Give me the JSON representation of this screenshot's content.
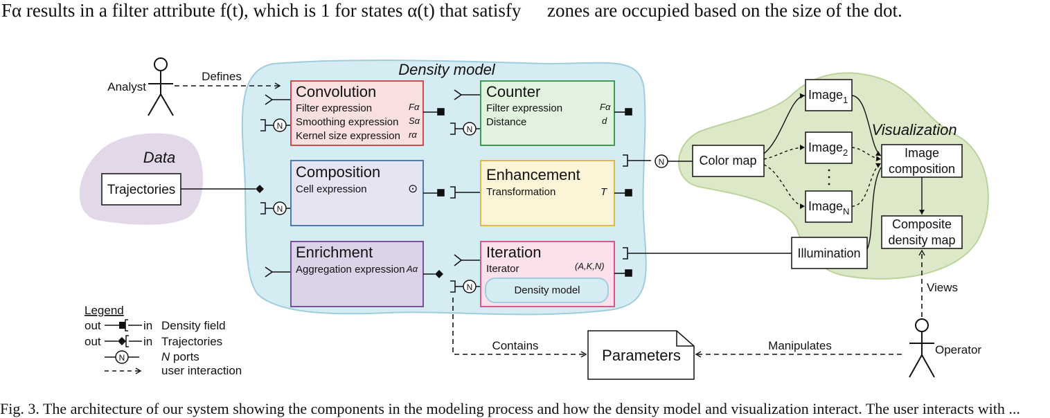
{
  "text_above": {
    "left": "Fα results in a filter attribute f(t), which is 1 for states α(t) that satisfy",
    "right": "zones are occupied based on the size of the dot."
  },
  "caption_partial": "Fig. 3.  The architecture of our system showing the components in the modeling process and how the density model and visualization interact. The user interacts with ...",
  "actors": {
    "analyst": "Analyst",
    "operator": "Operator"
  },
  "regions": {
    "data": "Data",
    "density_model": "Density model",
    "visualization": "Visualization"
  },
  "data_box": "Trajectories",
  "blocks": {
    "convolution": {
      "title": "Convolution",
      "rows": [
        {
          "label": "Filter expression",
          "sym": "Fα"
        },
        {
          "label": "Smoothing expression",
          "sym": "Sα"
        },
        {
          "label": "Kernel size expression",
          "sym": "rα"
        }
      ]
    },
    "counter": {
      "title": "Counter",
      "rows": [
        {
          "label": "Filter expression",
          "sym": "Fα"
        },
        {
          "label": "Distance",
          "sym": "d"
        }
      ]
    },
    "composition": {
      "title": "Composition",
      "rows": [
        {
          "label": "Cell expression",
          "sym": "⊙"
        }
      ]
    },
    "enhancement": {
      "title": "Enhancement",
      "rows": [
        {
          "label": "Transformation",
          "sym": "T"
        }
      ]
    },
    "enrichment": {
      "title": "Enrichment",
      "rows": [
        {
          "label": "Aggregation expression",
          "sym": "Aα"
        }
      ]
    },
    "iteration": {
      "title": "Iteration",
      "rows": [
        {
          "label": "Iterator",
          "sym": "(A,K,N)"
        }
      ],
      "inner": "Density model"
    }
  },
  "visualization_boxes": {
    "color_map": "Color map",
    "image1": "Image",
    "image1_sub": "1",
    "image2": "Image",
    "image2_sub": "2",
    "imageN": "Image",
    "imageN_sub": "N",
    "dots": "·\n·\n·",
    "image_composition_1": "Image",
    "image_composition_2": "composition",
    "composite_1": "Composite",
    "composite_2": "density map",
    "illumination": "Illumination"
  },
  "parameters": "Parameters",
  "edge_labels": {
    "defines": "Defines",
    "contains": "Contains",
    "manipulates": "Manipulates",
    "views": "Views"
  },
  "port_symbol": "N",
  "legend": {
    "title": "Legend",
    "out": "out",
    "in": "in",
    "density_field": "Density field",
    "trajectories": "Trajectories",
    "n_ports_n": "N",
    "n_ports": " ports",
    "user_interaction": "user interaction"
  },
  "colors": {
    "density_region": "#d6ecf3",
    "density_region_stroke": "#9fcddd",
    "data_region": "#e2d8ea",
    "vis_region": "#dde8c9",
    "vis_region_stroke": "#bcd39a",
    "convolution_fill": "#f8dfe0",
    "convolution_stroke": "#d14a52",
    "counter_fill": "#e1f2df",
    "counter_stroke": "#3e9b55",
    "composition_fill": "#e4e4f3",
    "composition_stroke": "#4c7ab6",
    "enhancement_fill": "#fbf4d6",
    "enhancement_stroke": "#e1b845",
    "enrichment_fill": "#dcd3e8",
    "enrichment_stroke": "#7b4f9b",
    "iteration_fill": "#fbe1ea",
    "iteration_stroke": "#d7588a"
  }
}
